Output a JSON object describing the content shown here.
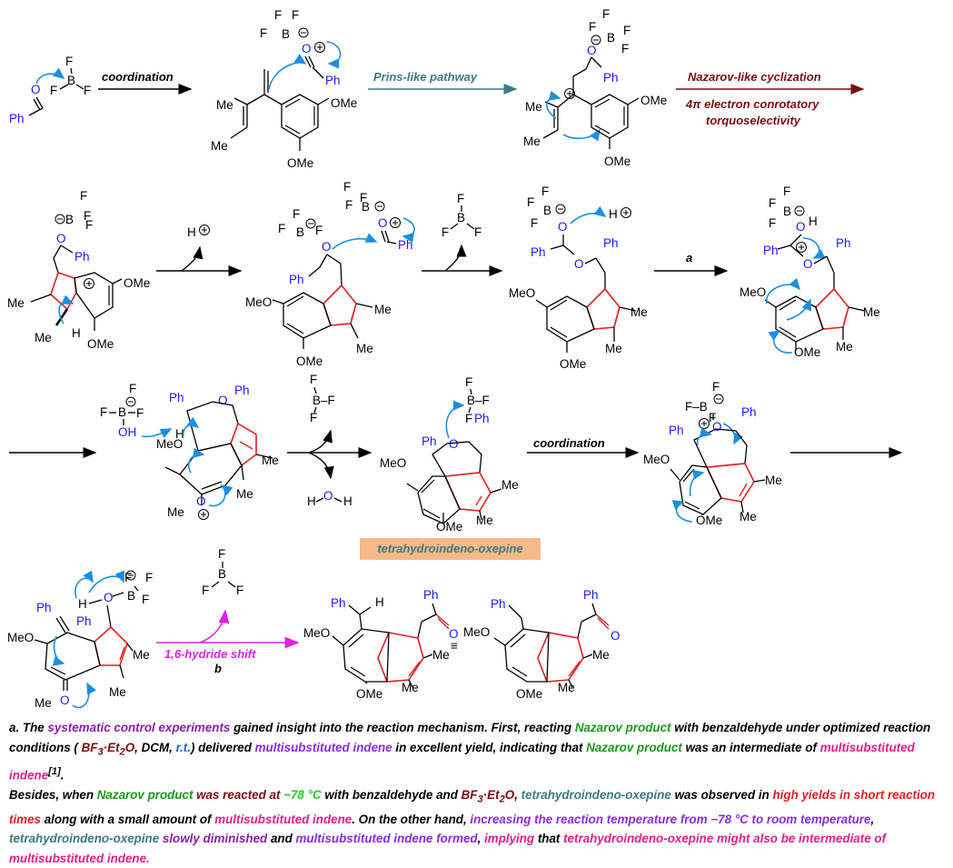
{
  "reagent_label": "coordination",
  "prins_label": "Prins-like pathway",
  "nazarov_label": "Nazarov-like cyclization",
  "nazarov_sub1": "4π electron conrotatory",
  "nazarov_sub2": "torquoselectivity",
  "step_a_label": "a",
  "coordination2_label": "coordination",
  "hydride_label": "1,6-hydride shift",
  "step_b_label": "b",
  "oxepine_tag": "tetrahydroindeno-oxepine",
  "atoms": {
    "F": "F",
    "B": "B",
    "O": "O",
    "Ph": "Ph",
    "Me": "Me",
    "OMe": "OMe",
    "MeO": "MeO",
    "H": "H",
    "OH": "OH",
    "BF": "B–F",
    "FB": "F–B",
    "equiv": "≡"
  },
  "notes": {
    "p1_a": "a. The ",
    "p1_b": "systematic control experiments",
    "p1_c": " gained insight into the reaction mechanism. First, reacting ",
    "p1_d": "Nazarov product",
    "p1_e": " with benzaldehyde under optimized reaction conditions ( ",
    "p1_f": "BF",
    "p1_f_sub1": "3",
    "p1_f2": "·Et",
    "p1_f_sub2": "2",
    "p1_f3": "O",
    "p1_g": ", DCM, ",
    "p1_h": "r.t.",
    "p1_i": ") delivered ",
    "p1_j": "multisubstituted indene",
    "p1_k": " in excellent yield, indicating that ",
    "p1_l": "Nazarov product",
    "p1_m": " was an intermediate of ",
    "p1_n": "multisubstituted indene",
    "p1_ref": "[1]",
    "p1_o": ".",
    "p2_a": "Besides, when ",
    "p2_b": "Nazarov product",
    "p2_c": " was reacted at ",
    "p2_d": "−78 °C",
    "p2_e": " with benzaldehyde and ",
    "p2_f": "BF",
    "p2_f_sub1": "3",
    "p2_f2": "·Et",
    "p2_f_sub2": "2",
    "p2_f3": "O",
    "p2_g": ", ",
    "p2_h": "tetrahydroindeno-oxepine",
    "p2_i": " was observed in ",
    "p2_j": "high yields in short reaction times",
    "p2_k": " along with a small amount of ",
    "p2_l": "multisubstituted indene",
    "p2_m": ". On the other hand, ",
    "p2_n": "increasing the reaction temperature from −78 °C to room temperature",
    "p2_o": ", ",
    "p2_p": "tetrahydroindeno-oxepine",
    "p2_q": " slowly diminished",
    "p2_r": " and ",
    "p2_s": "multisubstituted indene formed",
    "p2_t": ", ",
    "p2_u": "implying",
    "p2_v": " that ",
    "p2_w": "tetrahydroindeno-oxepine might also be intermediate of multisubstituted indene."
  },
  "colors": {
    "green": "#1a9a1a",
    "purple": "#8b1fa8",
    "violet": "#8a2be2",
    "darkred": "#7a0f0f",
    "teal": "#3c7a82",
    "blue": "#2266cc",
    "magenta": "#e0208a",
    "pink": "#ff33cc",
    "bright_green": "#22cc22",
    "red": "#e02020",
    "arrow_blue": "#1a8fe0",
    "bond_red": "#e02020"
  }
}
